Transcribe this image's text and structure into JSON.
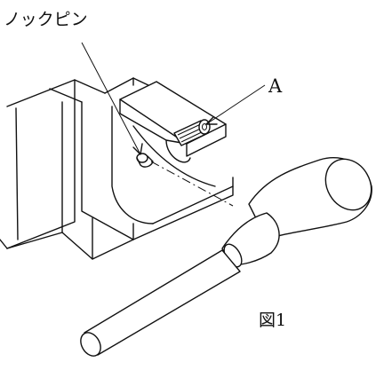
{
  "labels": {
    "knock_pin": "ノックピン",
    "part_a": "A",
    "figure_caption": "図1"
  }
}
